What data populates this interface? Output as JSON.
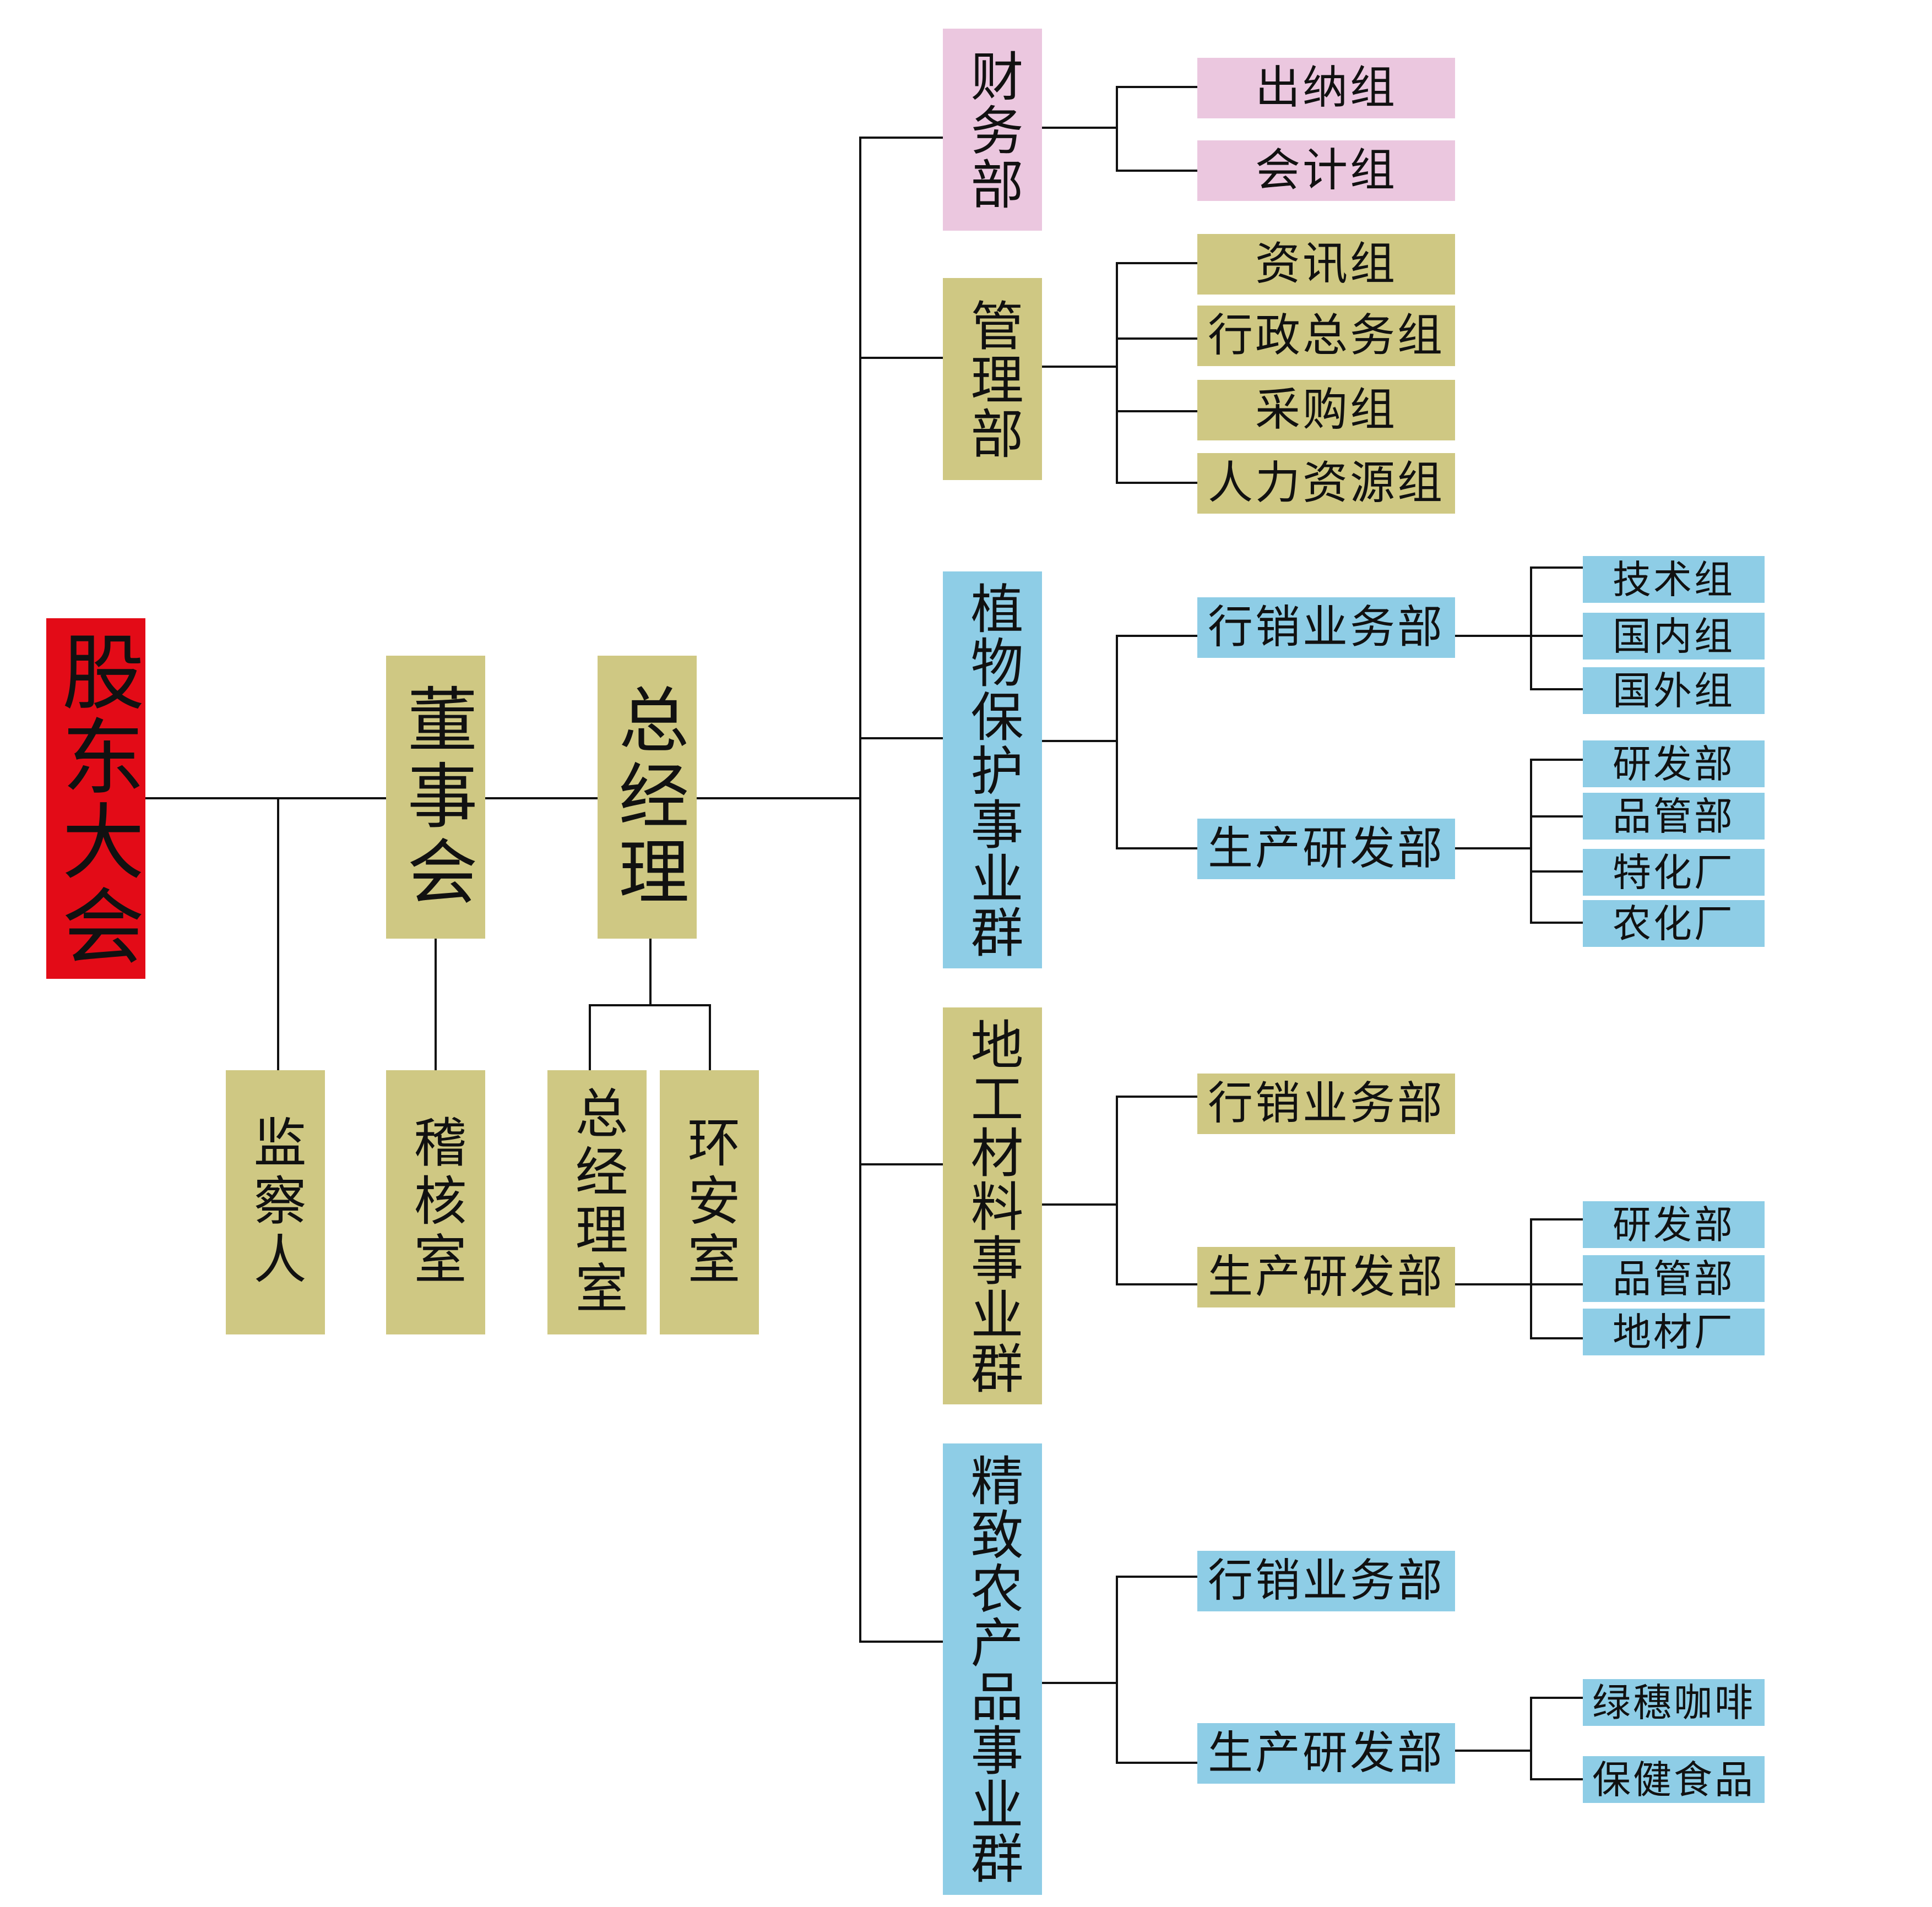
{
  "palette": {
    "root": "#e30b17",
    "olive": "#cfc883",
    "pink": "#ebc7df",
    "blue": "#8ecde6",
    "line": "#111111"
  },
  "nodes": {
    "shareholders": "股东大会",
    "board": "董事会",
    "gm": "总经理",
    "supervisor": "监察人",
    "audit": "稽核室",
    "gm_office": "总经理室",
    "env_office": "环安室",
    "finance": {
      "name": "财务部",
      "groups": [
        "出纳组",
        "会计组"
      ]
    },
    "management": {
      "name": "管理部",
      "groups": [
        "资讯组",
        "行政总务组",
        "采购组",
        "人力资源组"
      ]
    },
    "plant_protection": {
      "name": "植物保护事业群",
      "sales": "行销业务部",
      "sales_groups": [
        "技术组",
        "国内组",
        "国外组"
      ],
      "production": "生产研发部",
      "production_units": [
        "研发部",
        "品管部",
        "特化厂",
        "农化厂"
      ]
    },
    "ground_materials": {
      "name": "地工材料事业群",
      "sales": "行销业务部",
      "production": "生产研发部",
      "production_units": [
        "研发部",
        "品管部",
        "地材厂"
      ]
    },
    "fine_agri": {
      "name": "精致农产品事业群",
      "sales": "行销业务部",
      "production": "生产研发部",
      "production_units": [
        "绿穗咖啡",
        "保健食品"
      ]
    }
  }
}
